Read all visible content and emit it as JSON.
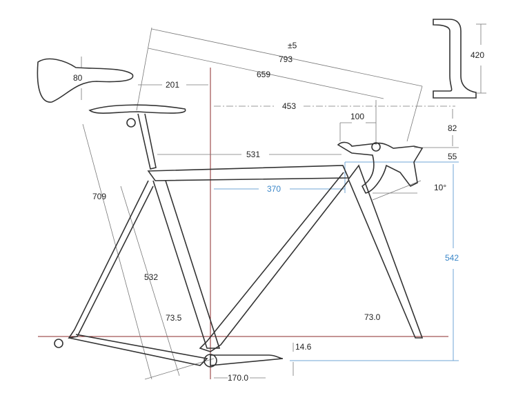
{
  "diagram": {
    "dimensions": {
      "stack_tolerance": "±5",
      "reach_793": "793",
      "reach_659": "659",
      "saddle_setback": "201",
      "bb_to_bar": "453",
      "stem_length": "100",
      "bar_drop_82": "82",
      "spacer_55": "55",
      "top_tube": "531",
      "reach": "370",
      "lever_angle": "10°",
      "saddle_height": "709",
      "stack": "542",
      "seat_tube": "532",
      "seat_angle": "73.5",
      "head_angle": "73.0",
      "bb_drop": "14.6",
      "crank_length": "170.0",
      "saddle_width": "80",
      "bar_width": "420"
    },
    "colors": {
      "reference": "#8b2a2a",
      "highlight": "#3a86c8",
      "frame": "#333333"
    }
  }
}
